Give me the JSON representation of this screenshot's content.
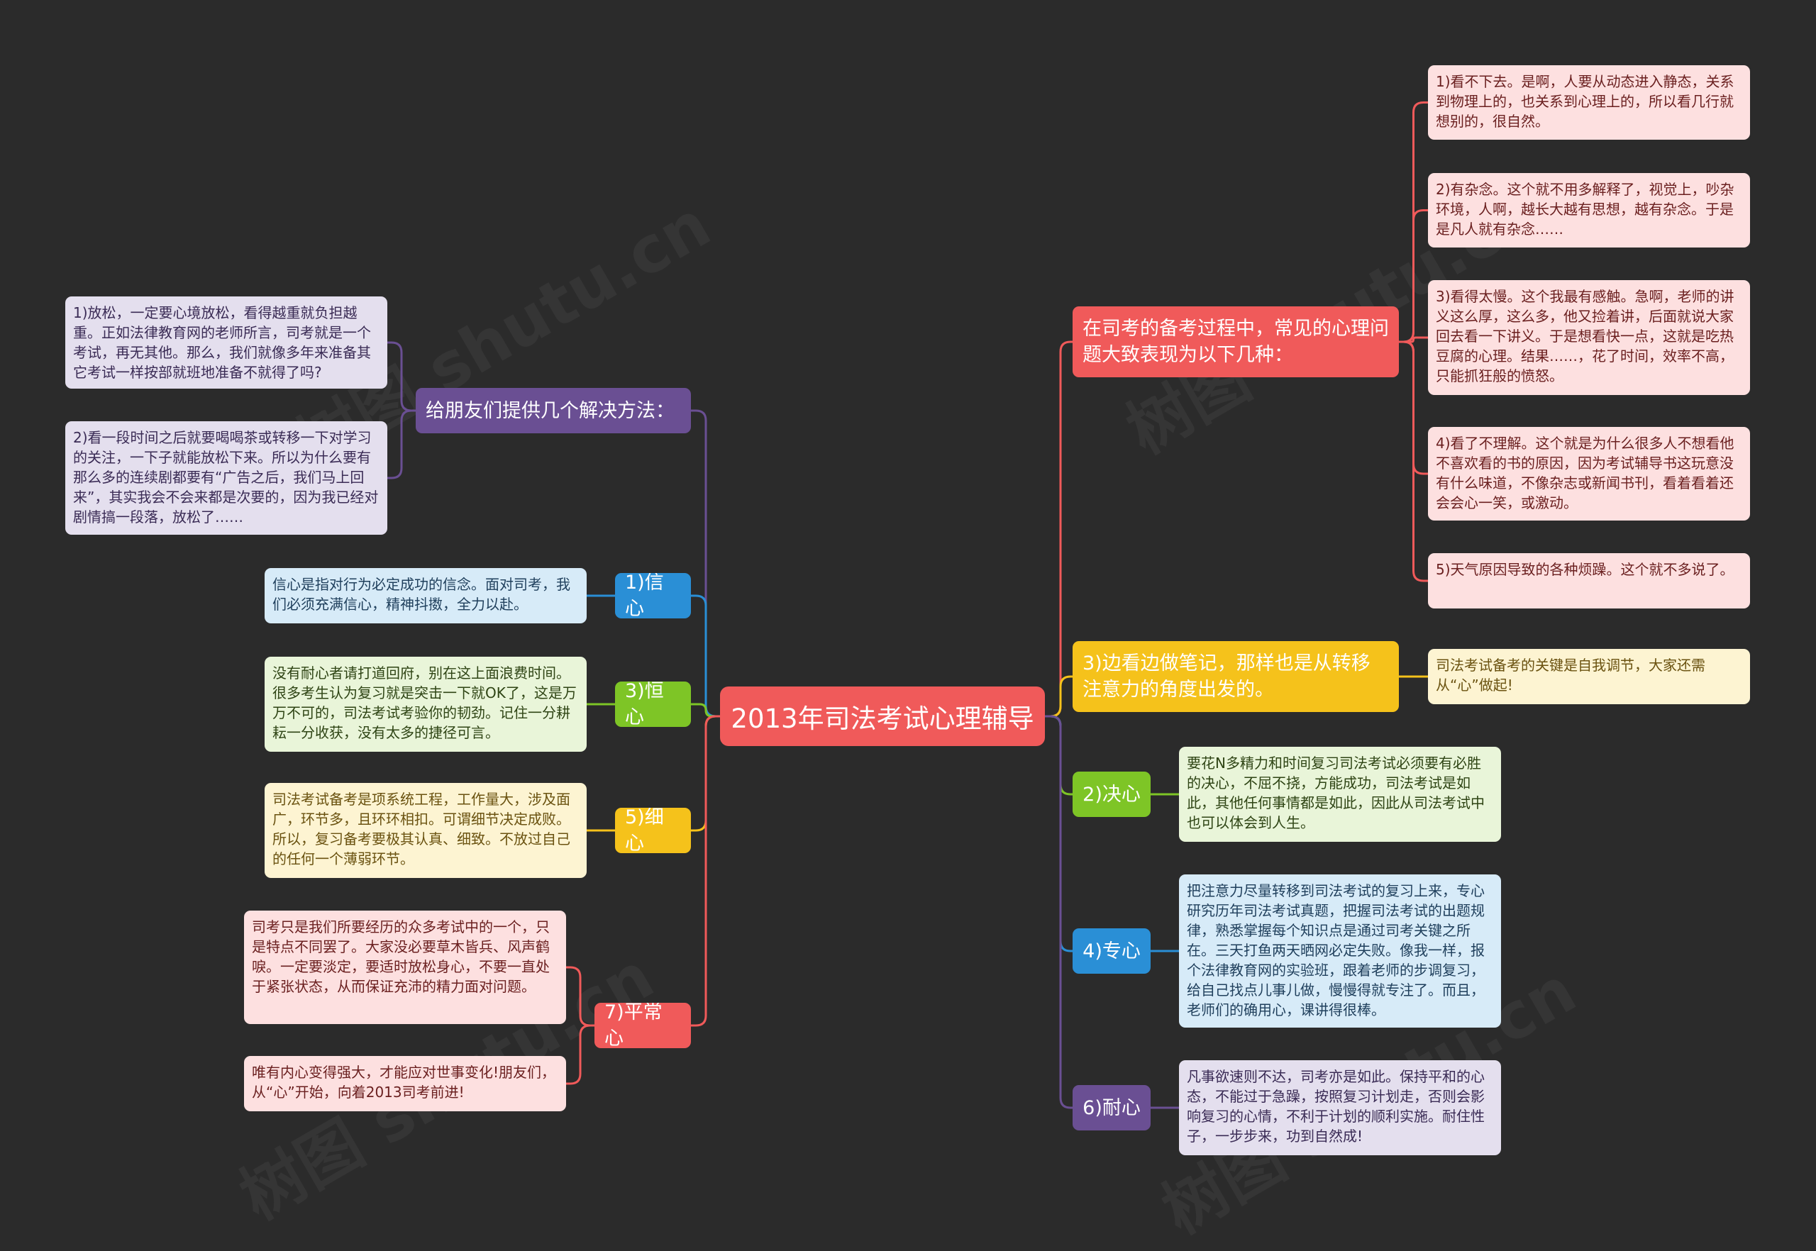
{
  "diagram": {
    "root": {
      "label": "2013年司法考试心理辅导",
      "color": "#f05a5a"
    },
    "left_branches": [
      {
        "label": "给朋友们提供几个解决方法：",
        "color": "#6a4f93",
        "leaf_bg": "#e4dfee",
        "leaf_fg": "#3a2b55",
        "leaves": [
          "1)放松，一定要心境放松，看得越重就负担越重。正如法律教育网的老师所言，司考就是一个考试，再无其他。那么，我们就像多年来准备其它考试一样按部就班地准备不就得了吗?",
          "2)看一段时间之后就要喝喝茶或转移一下对学习的关注，一下子就能放松下来。所以为什么要有那么多的连续剧都要有“广告之后，我们马上回来”，其实我会不会来都是次要的，因为我已经对剧情搞一段落，放松了……"
        ]
      },
      {
        "label": "1)信心",
        "color": "#2a8fd6",
        "leaf_bg": "#d7ebf8",
        "leaf_fg": "#1f3f5c",
        "leaves": [
          "信心是指对行为必定成功的信念。面对司考，我们必须充满信心，精神抖擞，全力以赴。"
        ]
      },
      {
        "label": "3)恒心",
        "color": "#7ec526",
        "leaf_bg": "#e9f5d9",
        "leaf_fg": "#2e4414",
        "leaves": [
          "没有耐心者请打道回府，别在这上面浪费时间。很多考生认为复习就是突击一下就OK了，这是万万不可的，司法考试考验你的韧劲。记住一分耕耘一分收获，没有太多的捷径可言。"
        ]
      },
      {
        "label": "5)细心",
        "color": "#f5c21b",
        "leaf_bg": "#fdf4d2",
        "leaf_fg": "#6a5210",
        "leaves": [
          "司法考试备考是项系统工程，工作量大，涉及面广，环节多，且环环相扣。可谓细节决定成败。所以，复习备考要极其认真、细致。不放过自己的任何一个薄弱环节。"
        ]
      },
      {
        "label": "7)平常心",
        "color": "#f05a5a",
        "leaf_bg": "#fde0e0",
        "leaf_fg": "#6a1f1f",
        "leaves": [
          "司考只是我们所要经历的众多考试中的一个，只是特点不同罢了。大家没必要草木皆兵、风声鹤唳。一定要淡定，要适时放松身心，不要一直处于紧张状态，从而保证充沛的精力面对问题。",
          "唯有内心变得强大，才能应对世事变化!朋友们，从“心”开始，向着2013司考前进!"
        ]
      }
    ],
    "right_branches": [
      {
        "label": "在司考的备考过程中，常见的心理问题大致表现为以下几种：",
        "color": "#f05a5a",
        "leaf_bg": "#fde0e0",
        "leaf_fg": "#6a1f1f",
        "leaves": [
          "1)看不下去。是啊，人要从动态进入静态，关系到物理上的，也关系到心理上的，所以看几行就想别的，很自然。",
          "2)有杂念。这个就不用多解释了，视觉上，吵杂环境，人啊，越长大越有思想，越有杂念。于是是凡人就有杂念……",
          "3)看得太慢。这个我最有感触。急啊，老师的讲义这么厚，这么多，他又捡着讲，后面就说大家回去看一下讲义。于是想看快一点，这就是吃热豆腐的心理。结果……，花了时间，效率不高，只能抓狂般的愤怒。",
          "4)看了不理解。这个就是为什么很多人不想看他不喜欢看的书的原因，因为考试辅导书这玩意没有什么味道，不像杂志或新闻书刊，看着看着还会会心一笑，或激动。",
          "5)天气原因导致的各种烦躁。这个就不多说了。"
        ]
      },
      {
        "label": "3)边看边做笔记，那样也是从转移注意力的角度出发的。",
        "color": "#f5c21b",
        "leaf_bg": "#fdf4d2",
        "leaf_fg": "#6a5210",
        "leaves": [
          "司法考试备考的关键是自我调节，大家还需从“心”做起!"
        ]
      },
      {
        "label": "2)决心",
        "color": "#7ec526",
        "leaf_bg": "#e9f5d9",
        "leaf_fg": "#2e4414",
        "leaves": [
          "要花N多精力和时间复习司法考试必须要有必胜的决心，不屈不挠，方能成功，司法考试是如此，其他任何事情都是如此，因此从司法考试中也可以体会到人生。"
        ]
      },
      {
        "label": "4)专心",
        "color": "#2a8fd6",
        "leaf_bg": "#d7ebf8",
        "leaf_fg": "#1f3f5c",
        "leaves": [
          "把注意力尽量转移到司法考试的复习上来，专心研究历年司法考试真题，把握司法考试的出题规律，熟悉掌握每个知识点是通过司考关键之所在。三天打鱼两天晒网必定失败。像我一样，报个法律教育网的实验班，跟着老师的步调复习，给自己找点儿事儿做，慢慢得就专注了。而且，老师们的确用心，课讲得很棒。"
        ]
      },
      {
        "label": "6)耐心",
        "color": "#6a4f93",
        "leaf_bg": "#e4dfee",
        "leaf_fg": "#3a2b55",
        "leaves": [
          "凡事欲速则不达，司考亦是如此。保持平和的心态，不能过于急躁，按照复习计划走，否则会影响复习的心情，不利于计划的顺利实施。耐住性子，一步步来，功到自然成!"
        ]
      }
    ]
  }
}
